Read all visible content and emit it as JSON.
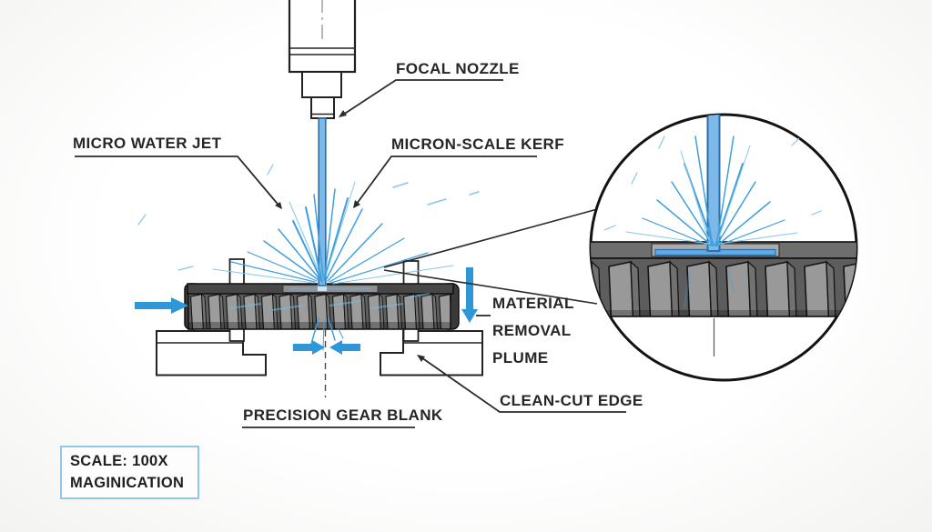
{
  "diagram": {
    "labels": {
      "focal_nozzle": "FOCAL NOZZLE",
      "micro_water_jet": "MICRO WATER JET",
      "micron_scale_kerf": "MICRON-SCALE KERF",
      "material_removal_plume": "MATERIAL REMOVAL PLUME",
      "clean_cut_edge": "CLEAN-CUT EDGE",
      "precision_gear_blank": "PRECISION GEAR BLANK"
    },
    "scale_box": {
      "line1": "SCALE: 100X",
      "line2": "MAGINICATION"
    },
    "colors": {
      "jet_fill": "#7cb9e8",
      "jet_edge": "#2d6ea8",
      "spray_blue": "#3f9fdc",
      "spray_light": "#85c6ec",
      "arrow_blue": "#2f96d8",
      "outline_dark": "#222222",
      "gear_dark": "#474747",
      "gear_tooth_light": "#9c9c9c",
      "scale_box_border": "#8fc9e6",
      "background": "#fafaf8"
    }
  }
}
